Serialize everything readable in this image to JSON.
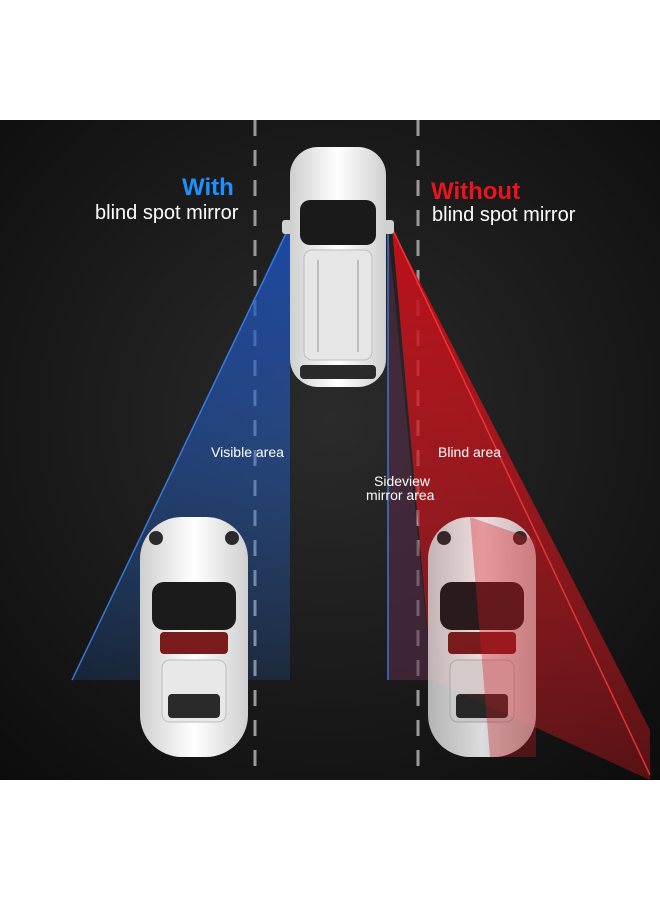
{
  "with_panel": {
    "heading": "With",
    "subheading": "blind spot mirror",
    "accent_color": "#1e90ff"
  },
  "without_panel": {
    "heading": "Without",
    "subheading": "blind spot mirror",
    "accent_color": "#e8141e"
  },
  "zone_labels": {
    "visible": "Visible area",
    "blind": "Blind area",
    "sideview_line1": "Sideview",
    "sideview_line2": "mirror area"
  },
  "colors": {
    "background": "#111111",
    "lane_marking": "#9a9a9a",
    "visible_cone": "#2a6fd6",
    "blind_cone": "#e11a22",
    "car_body": "#f2f2f2"
  },
  "icons": [
    "suv-top-view-icon",
    "sports-car-top-view-icon"
  ]
}
